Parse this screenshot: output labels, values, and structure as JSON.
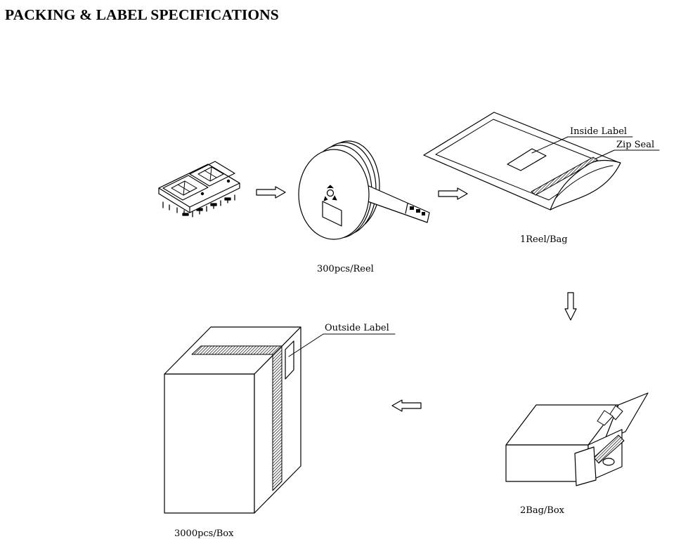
{
  "title": "PACKING & LABEL SPECIFICATIONS",
  "labels": {
    "reel": "300pcs/Reel",
    "bag": "1Reel/Bag",
    "box_small": "2Bag/Box",
    "box_large": "3000pcs/Box",
    "inside_label": "Inside Label",
    "zip_seal": "Zip Seal",
    "outside_label": "Outside Label"
  }
}
